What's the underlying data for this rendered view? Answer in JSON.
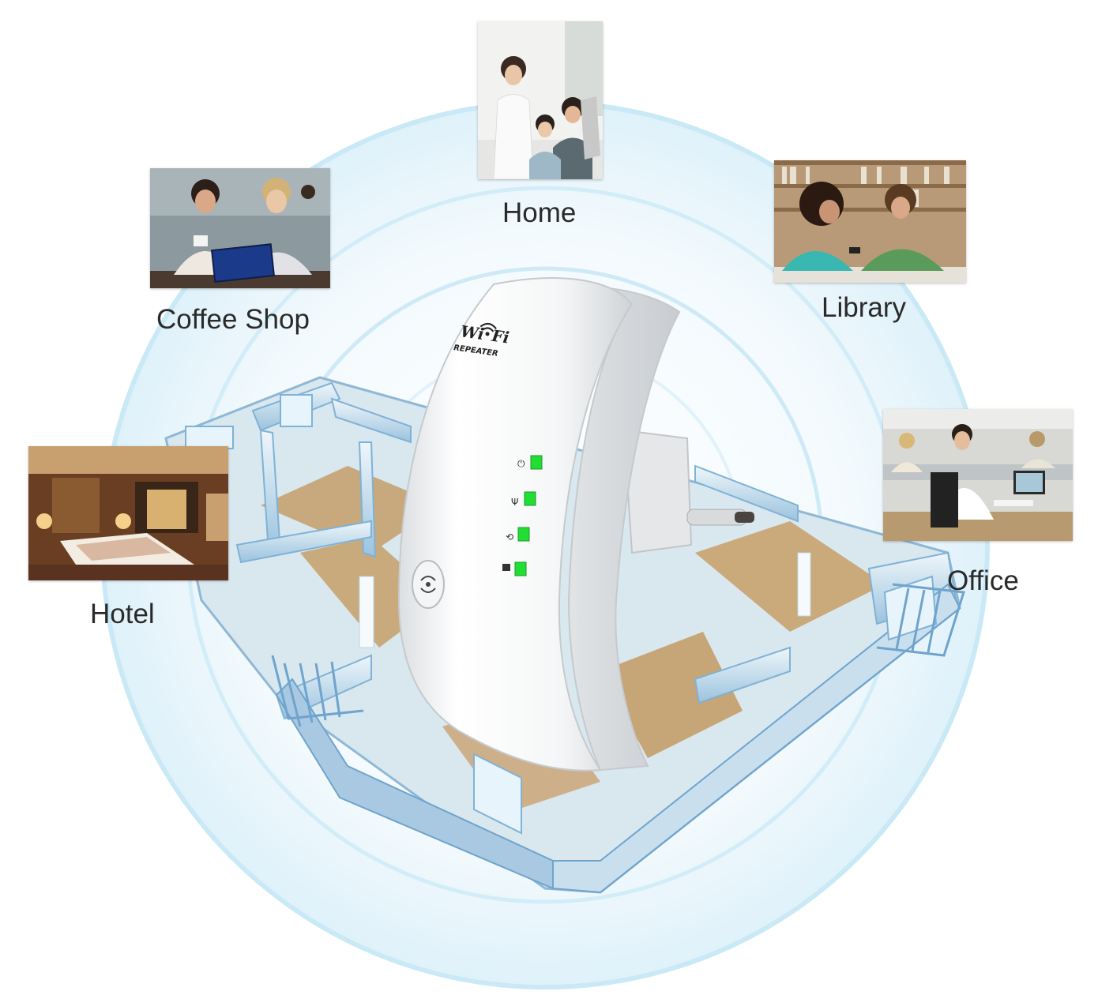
{
  "locations": [
    {
      "id": "home",
      "label": "Home"
    },
    {
      "id": "coffee-shop",
      "label": "Coffee Shop"
    },
    {
      "id": "library",
      "label": "Library"
    },
    {
      "id": "hotel",
      "label": "Hotel"
    },
    {
      "id": "office",
      "label": "Office"
    }
  ],
  "device": {
    "logo_line1_left": "Wi",
    "logo_line1_right": "Fi",
    "logo_line2": "REPEATER",
    "led_color": "#22dd33"
  },
  "colors": {
    "signal_ring": "#bfe6f5",
    "signal_glow": "#e6f5fc",
    "floor": "#c9a878",
    "wall": "#eaf2f6",
    "wall_edge": "#7fb2d6"
  }
}
